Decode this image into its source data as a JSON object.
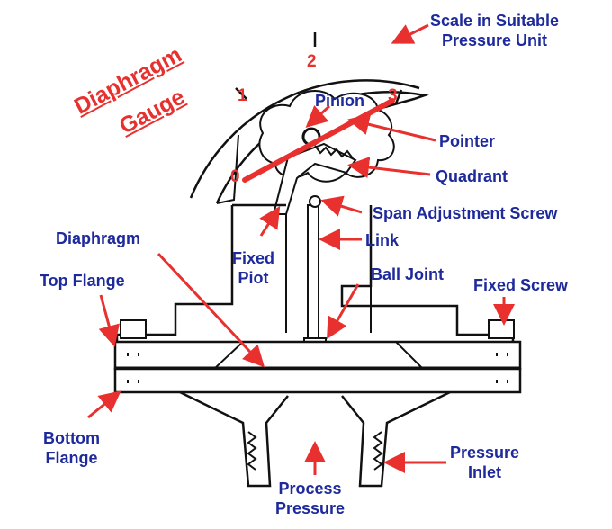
{
  "title": {
    "line1": "Diaphragm",
    "line2": "Gauge"
  },
  "scale_numbers": [
    "0",
    "1",
    "2",
    "3"
  ],
  "labels": {
    "scale": [
      "Scale in Suitable",
      "Pressure Unit"
    ],
    "pinion": "Pinion",
    "pointer": "Pointer",
    "quadrant": "Quadrant",
    "span_adjustment_screw": "Span Adjustment Screw",
    "link": "Link",
    "diaphragm": "Diaphragm",
    "fixed_pivot": [
      "Fixed",
      "Piot"
    ],
    "ball_joint": "Ball Joint",
    "top_flange": "Top Flange",
    "fixed_screw": "Fixed Screw",
    "bottom_flange": [
      "Bottom",
      "Flange"
    ],
    "pressure_inlet": [
      "Pressure",
      "Inlet"
    ],
    "process_pressure": [
      "Process",
      "Pressure"
    ]
  },
  "colors": {
    "label": "#1e2a9c",
    "accent": "#e8312f",
    "line": "#111111"
  }
}
